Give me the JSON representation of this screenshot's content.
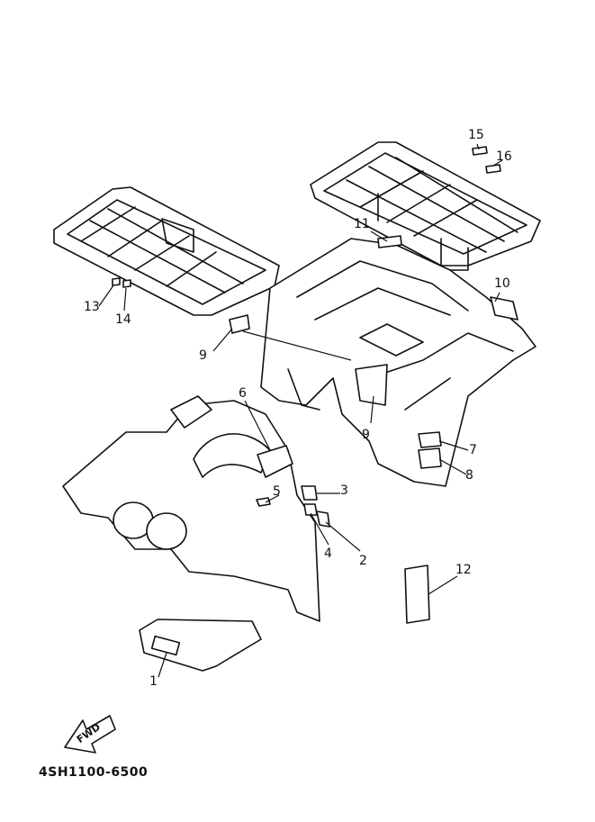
{
  "diagram": {
    "part_code": "4SH1100-6500",
    "direction_label": "FWD",
    "callouts": [
      {
        "id": "c15",
        "label": "15"
      },
      {
        "id": "c16",
        "label": "16"
      },
      {
        "id": "c11",
        "label": "11"
      },
      {
        "id": "c10",
        "label": "10"
      },
      {
        "id": "c13",
        "label": "13"
      },
      {
        "id": "c14",
        "label": "14"
      },
      {
        "id": "c9a",
        "label": "9"
      },
      {
        "id": "c9b",
        "label": "9"
      },
      {
        "id": "c6",
        "label": "6"
      },
      {
        "id": "c7",
        "label": "7"
      },
      {
        "id": "c8",
        "label": "8"
      },
      {
        "id": "c5",
        "label": "5"
      },
      {
        "id": "c3",
        "label": "3"
      },
      {
        "id": "c4",
        "label": "4"
      },
      {
        "id": "c2",
        "label": "2"
      },
      {
        "id": "c12",
        "label": "12"
      },
      {
        "id": "c1",
        "label": "1"
      }
    ]
  }
}
